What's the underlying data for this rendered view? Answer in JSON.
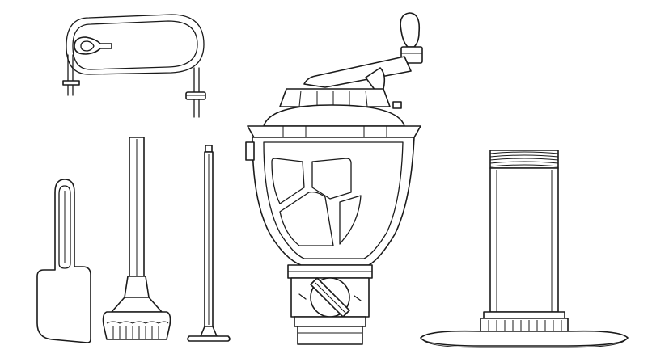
{
  "parts": [
    {
      "id": "wire-slicer",
      "icon": "wire-slicer-icon"
    },
    {
      "id": "spatula",
      "icon": "spatula-icon"
    },
    {
      "id": "pusher-rod",
      "icon": "pusher-rod-icon"
    },
    {
      "id": "skewer",
      "icon": "skewer-icon"
    },
    {
      "id": "crank-machine",
      "icon": "crank-machine-icon"
    },
    {
      "id": "extension-tube",
      "icon": "extension-tube-icon"
    }
  ],
  "colors": {
    "line": "#1a1a1a",
    "background": "#ffffff"
  }
}
